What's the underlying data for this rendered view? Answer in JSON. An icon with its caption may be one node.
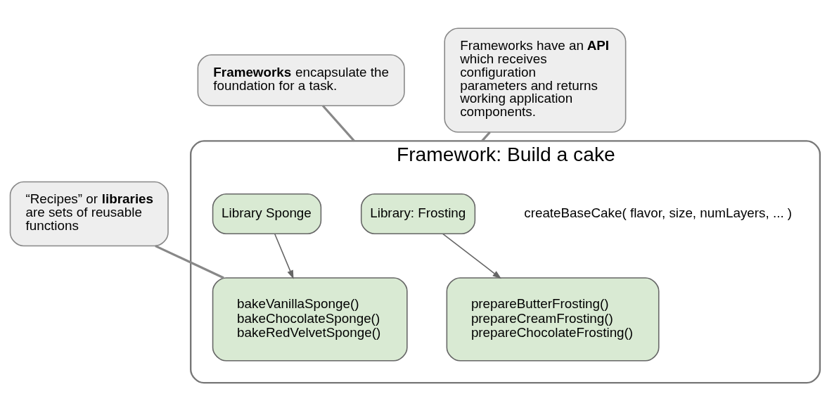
{
  "diagram": {
    "nodes": [
      {
        "text": [
          "Framework: Build a cake"
        ]
      },
      {
        "text": [
          "Library: Frosting"
        ],
        "in": 0
      },
      {
        "text": [
          "prepareButterFrosting()",
          "prepareCreamFrosting()",
          "prepareChocolateFrosting()"
        ],
        "in": 0
      },
      {
        "text": [
          "Library Sponge"
        ],
        "in": 0
      },
      {
        "text": [
          "bakeVanillaSponge()",
          "bakeChocolateSponge()",
          "bakeRedVelvetSponge()"
        ],
        "in": 0
      },
      {
        "text": [
          "**Frameworks** encapsulate the foundation for a task."
        ]
      },
      {
        "text": [
          "Frameworks have an **API** which receives configuration parameters and returns working application components."
        ]
      },
      {
        "text": [
          "“Recipes” or **libraries** are sets of reusable functions"
        ]
      }
    ],
    "edges": [
      {
        "from": 1,
        "to": 2,
        "arrow": "to"
      },
      {
        "from": 3,
        "to": 4,
        "arrow": "to"
      },
      {
        "from": 5,
        "to": 0,
        "arrow": "none"
      },
      {
        "from": 6,
        "to": 0,
        "arrow": "none"
      },
      {
        "from": 7,
        "to": 4,
        "arrow": "none"
      }
    ],
    "labels": [
      "createBaseCake( flavor, size, numLayers, ... )"
    ]
  }
}
